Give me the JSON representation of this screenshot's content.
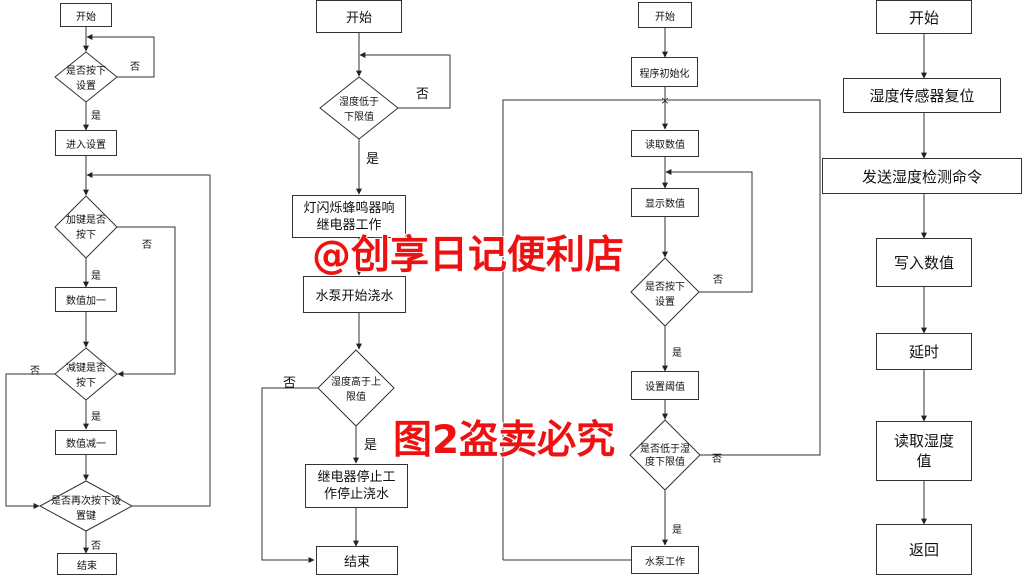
{
  "flow1": {
    "start": "开始",
    "q_setting": "是否按下设置",
    "enter_setting": "进入设置",
    "q_plus": "加键是否按下",
    "value_plus": "数值加一",
    "q_minus": "减键是否按下",
    "value_minus": "数值减一",
    "q_again": "是否再次按下设置键",
    "end": "结束",
    "yes": "是",
    "no": "否"
  },
  "flow2": {
    "start": "开始",
    "q_low": "湿度低于下限值",
    "alarm": "灯闪烁蜂鸣器响继电器工作",
    "pump_start": "水泵开始浇水",
    "q_high": "湿度高于上限值",
    "stop": "继电器停止工作停止浇水",
    "end": "结束",
    "yes": "是",
    "no": "否"
  },
  "flow3": {
    "start": "开始",
    "init": "程序初始化",
    "read": "读取数值",
    "display": "显示数值",
    "q_setting": "是否按下设置",
    "set_threshold": "设置阈值",
    "q_low": "是否低于湿度下限值",
    "pump": "水泵工作",
    "yes": "是",
    "no": "否"
  },
  "flow4": {
    "start": "开始",
    "reset": "湿度传感器复位",
    "send": "发送湿度检测命令",
    "write": "写入数值",
    "delay": "延时",
    "read": "读取湿度值",
    "return": "返回"
  },
  "watermark": {
    "line1": "@创享日记便利店",
    "line2": "图2盗卖必究"
  }
}
